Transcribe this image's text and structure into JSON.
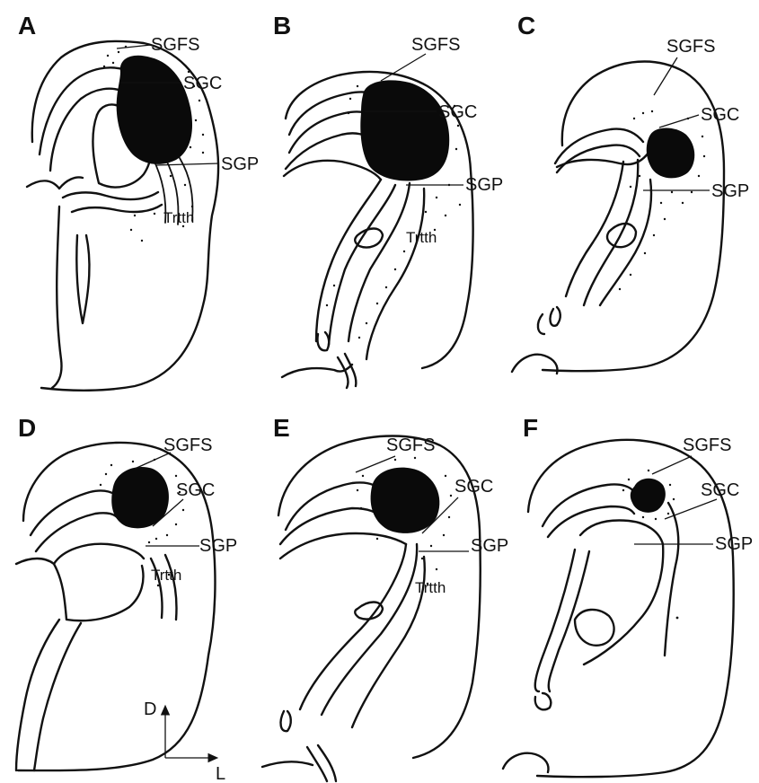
{
  "panels": [
    {
      "letter": "A",
      "labels": {
        "sgfs": "SGFS",
        "sgc": "SGC",
        "sgp": "SGP",
        "trtth": "Trtth"
      }
    },
    {
      "letter": "B",
      "labels": {
        "sgfs": "SGFS",
        "sgc": "SGC",
        "sgp": "SGP",
        "trtth": "Trtth"
      }
    },
    {
      "letter": "C",
      "labels": {
        "sgfs": "SGFS",
        "sgc": "SGC",
        "sgp": "SGP"
      }
    },
    {
      "letter": "D",
      "labels": {
        "sgfs": "SGFS",
        "sgc": "SGC",
        "sgp": "SGP",
        "trtth": "Trtth"
      }
    },
    {
      "letter": "E",
      "labels": {
        "sgfs": "SGFS",
        "sgc": "SGC",
        "sgp": "SGP",
        "trtth": "Trtth"
      }
    },
    {
      "letter": "F",
      "labels": {
        "sgfs": "SGFS",
        "sgc": "SGC",
        "sgp": "SGP"
      }
    }
  ],
  "orientation": {
    "dorsal": "D",
    "lateral": "L"
  }
}
